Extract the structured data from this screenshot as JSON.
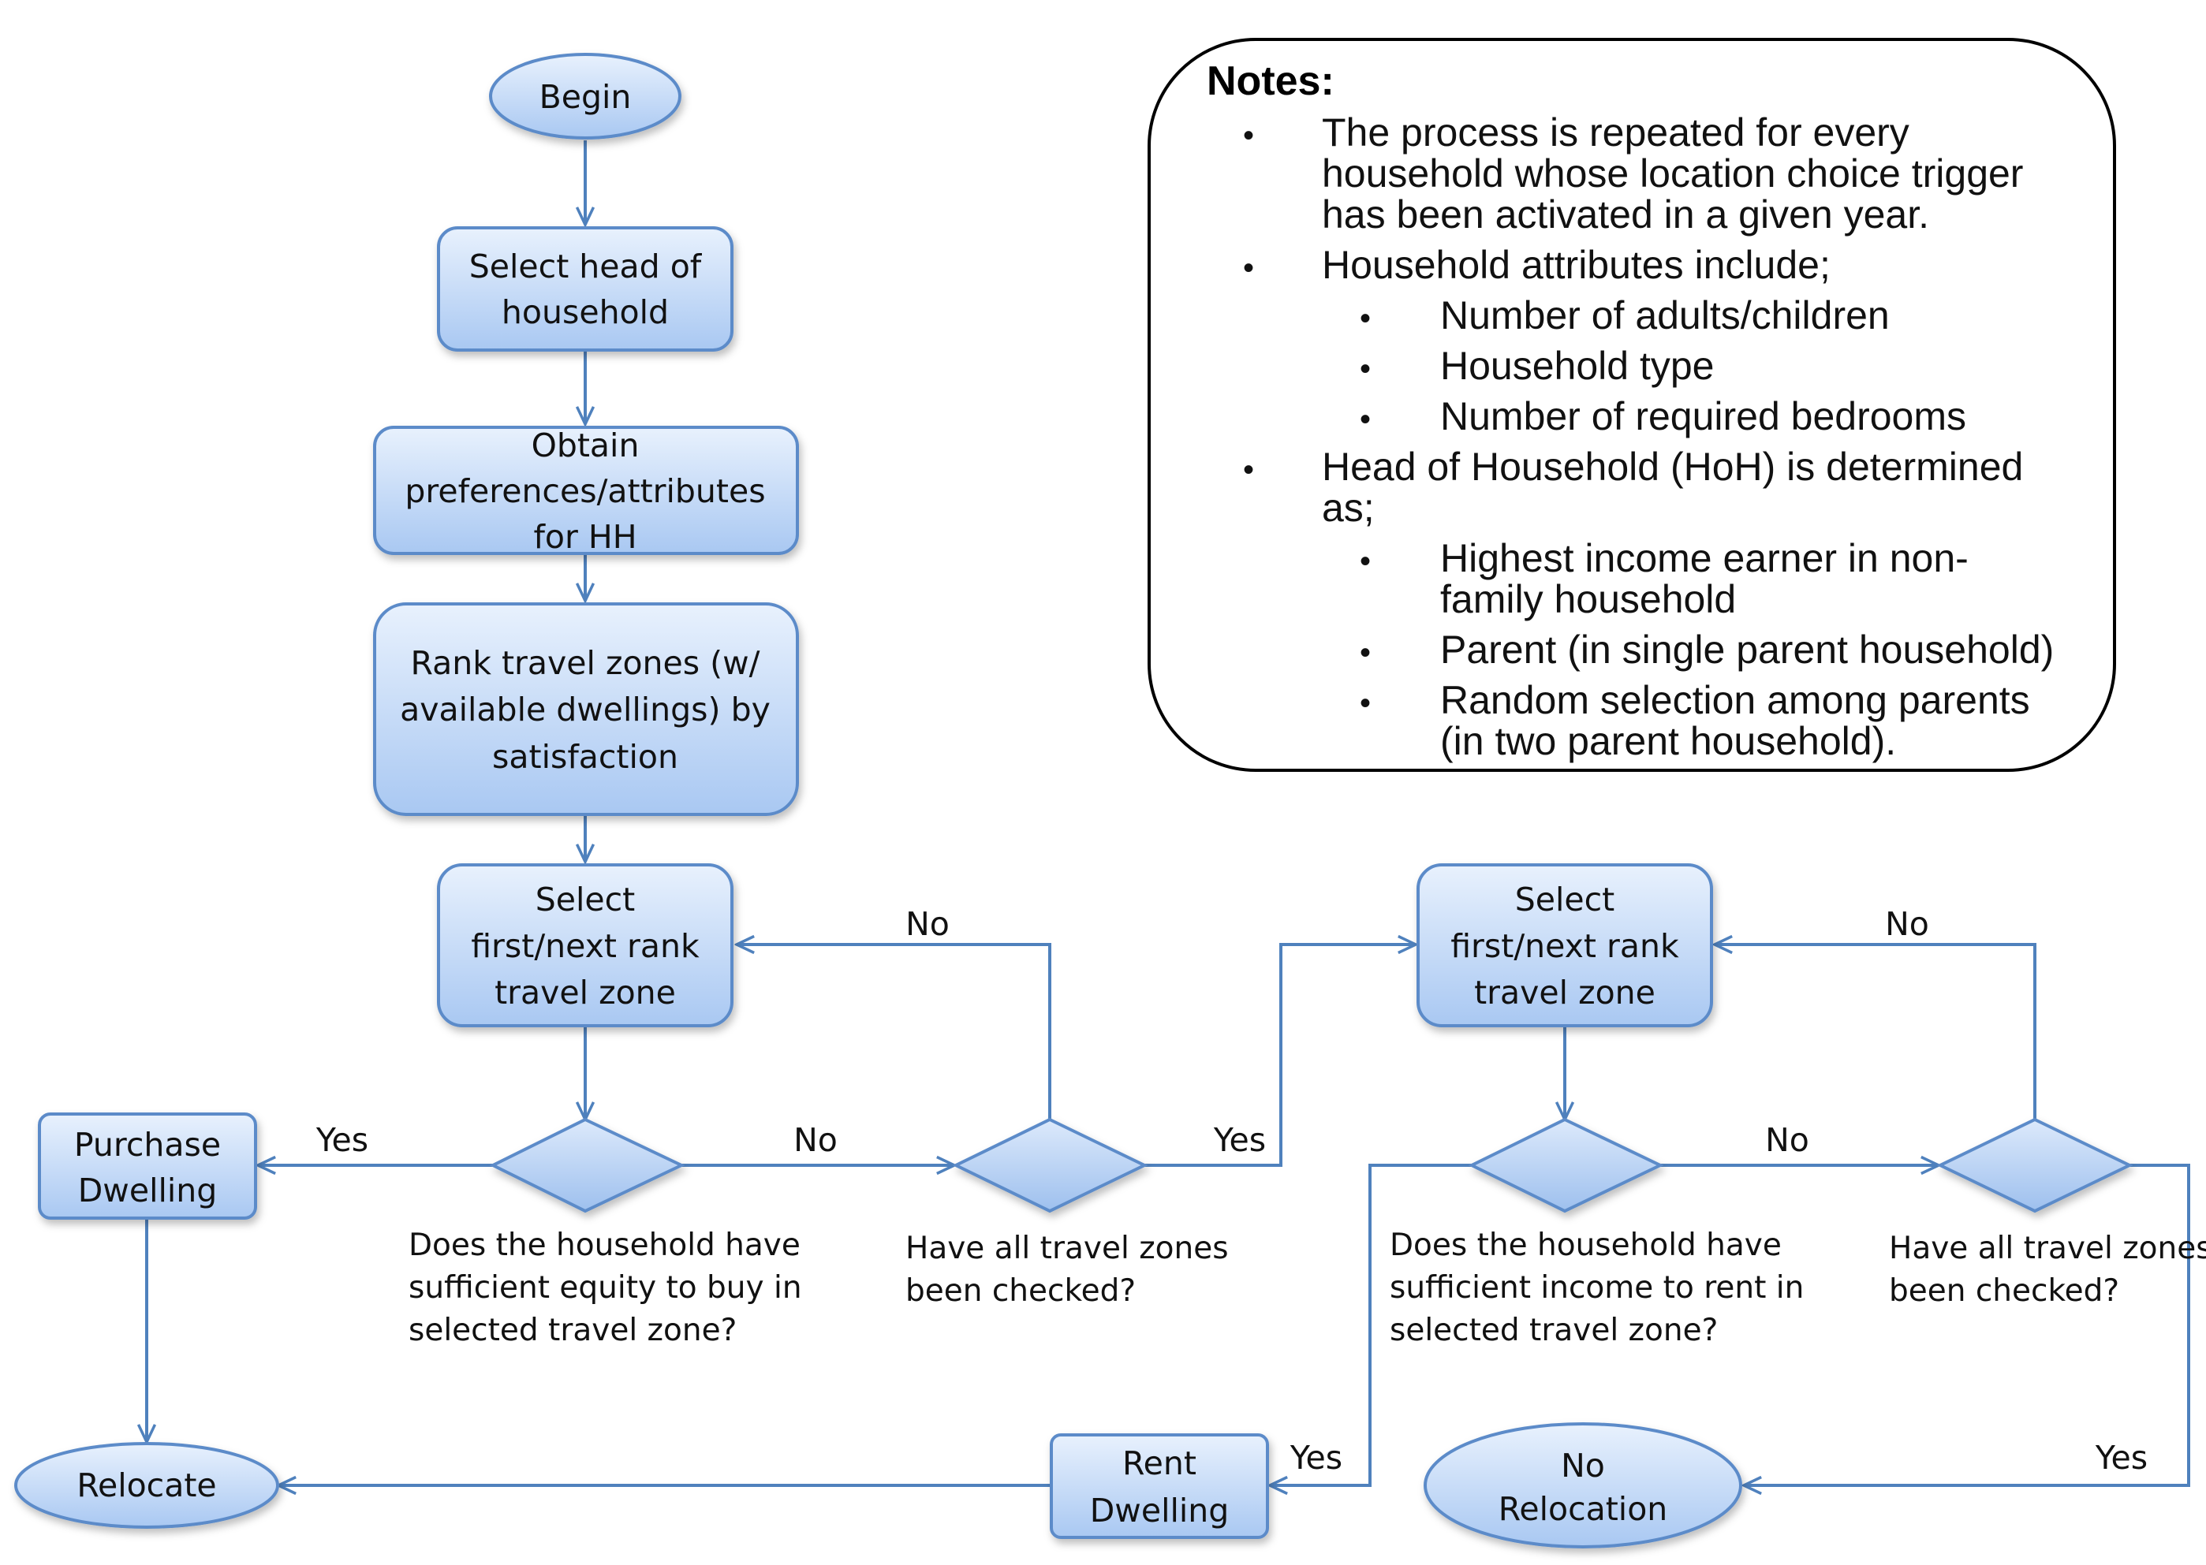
{
  "nodes": {
    "begin": "Begin",
    "select_head": [
      "Select head of",
      "household"
    ],
    "obtain_prefs": [
      "Obtain",
      "preferences/attributes",
      "for HH"
    ],
    "rank_zones": [
      "Rank travel zones (w/",
      "available dwellings) by",
      "satisfaction"
    ],
    "select_zone_buy": [
      "Select",
      "first/next rank",
      "travel zone"
    ],
    "select_zone_rent": [
      "Select",
      "first/next rank",
      "travel zone"
    ],
    "purchase_dwelling": [
      "Purchase",
      "Dwelling"
    ],
    "rent_dwelling": [
      "Rent",
      "Dwelling"
    ],
    "relocate": "Relocate",
    "no_relocation": [
      "No",
      "Relocation"
    ]
  },
  "decisions": {
    "equity": [
      "Does the household have",
      "sufficient equity to buy in",
      "selected travel zone?"
    ],
    "all_checked_buy": [
      "Have all travel zones",
      "been checked?"
    ],
    "income": [
      "Does the household have",
      "sufficient income to rent in",
      "selected travel zone?"
    ],
    "all_checked_rent": [
      "Have all travel zones",
      "been checked?"
    ]
  },
  "edge_labels": {
    "equity_yes": "Yes",
    "equity_no": "No",
    "checked_buy_no": "No",
    "checked_buy_yes": "Yes",
    "income_no": "No",
    "income_yes": "Yes",
    "checked_rent_no": "No",
    "checked_rent_yes": "Yes"
  },
  "notes": {
    "title": "Notes:",
    "bullet_char": "•",
    "items": [
      {
        "lines": [
          "The process is repeated for every",
          "household whose location choice trigger",
          "has been activated in a given year."
        ],
        "level": 1
      },
      {
        "lines": [
          "Household attributes include;"
        ],
        "level": 1
      },
      {
        "lines": [
          "Number of adults/children"
        ],
        "level": 2
      },
      {
        "lines": [
          "Household type"
        ],
        "level": 2
      },
      {
        "lines": [
          "Number of required bedrooms"
        ],
        "level": 2
      },
      {
        "lines": [
          "Head of Household (HoH) is determined",
          "as;"
        ],
        "level": 1
      },
      {
        "lines": [
          "Highest income earner in non-",
          "family household"
        ],
        "level": 2
      },
      {
        "lines": [
          "Parent (in single parent household)"
        ],
        "level": 2
      },
      {
        "lines": [
          "Random selection among parents",
          "(in two parent household)."
        ],
        "level": 2
      }
    ]
  },
  "colors": {
    "flow_line": "#4f81bd",
    "box_top": "#e8f1fd",
    "box_bottom": "#a9c8f2",
    "box_border": "#5b8bc9"
  }
}
